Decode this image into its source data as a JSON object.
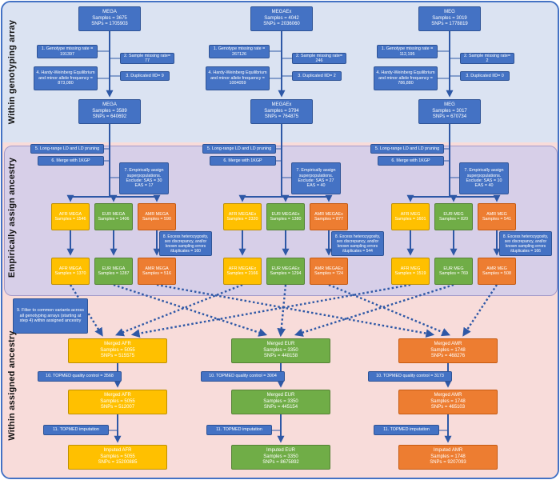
{
  "bands": {
    "b1": "Within genotyping array",
    "b2": "Empirically assign ancestry",
    "b3": "Within assigned ancestry"
  },
  "colors": {
    "box_blue": "#4472C4",
    "afr_yellow": "#FFC000",
    "eur_green": "#70AD47",
    "amr_orange": "#ED7D31",
    "band1_bg": "#dbe3f2",
    "band2_bg": "#d7cfe8",
    "band3_bg": "#f8dcda",
    "arrow_blue": "#2e58a6"
  },
  "cols": [
    {
      "key": "mega",
      "top": {
        "title": "MEGA",
        "samples": "Samples = 3675",
        "snps": "SNPs = 1705903"
      },
      "s1": "1. Genotype missing rate = 191397",
      "s2": "2. Sample missing rate= 77",
      "s4": "4. Hardy-Weinberg Equilibrium and minor allele frequency = 873,080",
      "s3": "3. Duplicated IID= 9",
      "qc": {
        "title": "MEGA",
        "samples": "Samples = 3589",
        "snps": "SNPs = 640692"
      },
      "s5": "5. Long-range LD and LD pruning",
      "s6": "6. Merge with 1KGP",
      "s7": "7. Empirically assign superpopulations. Exclude: SAS = 30 EAS = 17",
      "row1": [
        {
          "title": "AFR MEGA",
          "samples": "Samples = 1546"
        },
        {
          "title": "EUR MEGA",
          "samples": "Samples = 1406"
        },
        {
          "title": "AMR MEGA",
          "samples": "Samples = 590"
        }
      ],
      "s8": "8. Excess heterozygosity, sex discrepancy, and/or known sampling errors /duplicates = 160",
      "row2": [
        {
          "title": "AFR MEGA",
          "samples": "Samples = 1370"
        },
        {
          "title": "EUR MEGA",
          "samples": "Samples = 1287"
        },
        {
          "title": "AMR MEGA",
          "samples": "Samples = 516"
        }
      ]
    },
    {
      "key": "megaex",
      "top": {
        "title": "MEGAEx",
        "samples": "Samples = 4042",
        "snps": "SNPs = 2036060"
      },
      "s1": "1. Genotype missing rate = 267126",
      "s2": "2. Sample missing rate= 246",
      "s4": "4. Hardy-Weinberg Equilibrium and minor allele frequency = 1004059",
      "s3": "3. Duplicated IID= 2",
      "qc": {
        "title": "MEGAEx",
        "samples": "Samples = 3794",
        "snps": "SNPs = 764875"
      },
      "s5": "5. Long-range LD and LD pruning",
      "s6": "6. Merge with 1KGP",
      "s7": "7. Empirically assign superpopulations. Exclude: SAS = 27 EAS = 40",
      "row1": [
        {
          "title": "AFR MEGAEx",
          "samples": "Samples = 2320"
        },
        {
          "title": "EUR MEGAEx",
          "samples": "Samples = 1380"
        },
        {
          "title": "AMR MEGAEx",
          "samples": "Samples = 877"
        }
      ],
      "s8": "8. Excess heterozygosity, sex discrepancy, and/or known sampling errors /duplicates = 544",
      "row2": [
        {
          "title": "AFR MEGAEx",
          "samples": "Samples = 2166"
        },
        {
          "title": "EUR MEGAEx",
          "samples": "Samples = 1294"
        },
        {
          "title": "AMR MEGAEx",
          "samples": "Samples = 724"
        }
      ]
    },
    {
      "key": "meg",
      "top": {
        "title": "MEG",
        "samples": "Samples = 3019",
        "snps": "SNPs = 1778819"
      },
      "s1": "1. Genotype missing rate = 112,195",
      "s2": "2. Sample missing rate= 2",
      "s4": "4. Hardy-Weinberg Equilibrium and minor allele frequency = 786,880",
      "s3": "3. Duplicated IID= 0",
      "qc": {
        "title": "MEG",
        "samples": "Samples = 3017",
        "snps": "SNPs = 670734"
      },
      "s5": "5. Long-range LD and LD pruning",
      "s6": "6. Merge with 1KGP",
      "s7": "7. Empirically assign superpopulations. Exclude: SAS = 10 EAS = 40",
      "row1": [
        {
          "title": "AFR MEG",
          "samples": "Samples = 1601"
        },
        {
          "title": "EUR MEG",
          "samples": "Samples = 820"
        },
        {
          "title": "AMR MEG",
          "samples": "Samples = 541"
        }
      ],
      "s8": "8. Excess heterozygosity, sex discrepancy, and/or known sampling errors /duplicates = 166",
      "row2": [
        {
          "title": "AFR MEG",
          "samples": "Samples = 1519"
        },
        {
          "title": "EUR MEG",
          "samples": "Samples = 769"
        },
        {
          "title": "AMR MEG",
          "samples": "Samples = 508"
        }
      ]
    }
  ],
  "step9": "9. Filter to common variants across all genotyping arrays (starting at step 4) within assigned ancestry",
  "bottom": [
    {
      "key": "afr",
      "m1": {
        "title": "Merged AFR",
        "samples": "Samples = 5055",
        "snps": "SNPs = 515575"
      },
      "s10": "10. TOPMED quality control = 3568",
      "m2": {
        "title": "Merged AFR",
        "samples": "Samples = 5055",
        "snps": "SNPs = 512007"
      },
      "s11": "11. TOPMED imputation",
      "imp": {
        "title": "Imputed AFR",
        "samples": "Samples = 5055",
        "snps": "SNPs = 15200885"
      }
    },
    {
      "key": "eur",
      "m1": {
        "title": "Merged EUR",
        "samples": "Samples = 3350",
        "snps": "SNPs = 448158"
      },
      "s10": "10. TOPMED quality control = 3004",
      "m2": {
        "title": "Merged EUR",
        "samples": "Samples = 3350",
        "snps": "SNPs = 445154"
      },
      "s11": "11. TOPMED imputation",
      "imp": {
        "title": "Imputed EUR",
        "samples": "Samples = 3350",
        "snps": "SNPs = 8675892"
      }
    },
    {
      "key": "amr",
      "m1": {
        "title": "Merged AMR",
        "samples": "Samples = 1748",
        "snps": "SNPs = 468276"
      },
      "s10": "10. TOPMED quality control = 3173",
      "m2": {
        "title": "Merged AMR",
        "samples": "Samples = 1748",
        "snps": "SNPs = 465103"
      },
      "s11": "11. TOPMED imputation",
      "imp": {
        "title": "Imputed AMR",
        "samples": "Samples = 1748",
        "snps": "SNPs = 9207093"
      }
    }
  ]
}
